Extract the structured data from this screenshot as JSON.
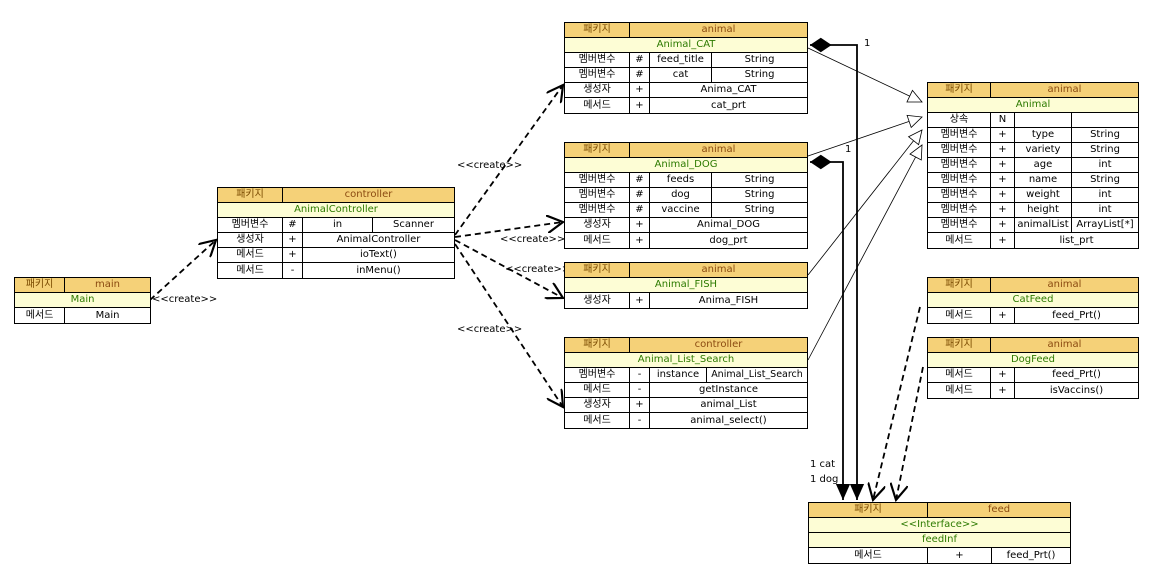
{
  "colors": {
    "header_bg": "#f5d178",
    "name_bg": "#fdfdd5",
    "name_text": "#2d7a00"
  },
  "labels": {
    "create": "<<create>>",
    "create_main": "<<create>>",
    "create_dog": "<<create>>",
    "create_fish": "<<create>>",
    "create_list": "<<create>>",
    "mult_cat": "1",
    "mult_dog": "1",
    "feed_cat": "1 cat",
    "feed_dog": "1 dog"
  },
  "classes": {
    "main": {
      "pkg_label": "패키지",
      "pkg": "main",
      "name": "Main",
      "rows": [
        [
          "메서드",
          "Main"
        ]
      ]
    },
    "controller": {
      "pkg_label": "패키지",
      "pkg": "controller",
      "name": "AnimalController",
      "rows": [
        [
          "멤버변수",
          "#",
          "in",
          "Scanner"
        ],
        [
          "생성자",
          "+",
          "AnimalController"
        ],
        [
          "메서드",
          "+",
          "ioText()"
        ],
        [
          "메서드",
          "-",
          "inMenu()"
        ]
      ]
    },
    "cat": {
      "pkg_label": "패키지",
      "pkg": "animal",
      "name": "Animal_CAT",
      "rows": [
        [
          "멤버변수",
          "#",
          "feed_title",
          "String"
        ],
        [
          "멤버변수",
          "#",
          "cat",
          "String"
        ],
        [
          "생성자",
          "+",
          "Anima_CAT"
        ],
        [
          "메서드",
          "+",
          "cat_prt"
        ]
      ]
    },
    "dog": {
      "pkg_label": "패키지",
      "pkg": "animal",
      "name": "Animal_DOG",
      "rows": [
        [
          "멤버변수",
          "#",
          "feeds",
          "String"
        ],
        [
          "멤버변수",
          "#",
          "dog",
          "String"
        ],
        [
          "멤버변수",
          "#",
          "vaccine",
          "String"
        ],
        [
          "생성자",
          "+",
          "Animal_DOG"
        ],
        [
          "메서드",
          "+",
          "dog_prt"
        ]
      ]
    },
    "fish": {
      "pkg_label": "패키지",
      "pkg": "animal",
      "name": "Animal_FISH",
      "rows": [
        [
          "생성자",
          "+",
          "Anima_FISH"
        ]
      ]
    },
    "search": {
      "pkg_label": "패키지",
      "pkg": "controller",
      "name": "Animal_List_Search",
      "rows": [
        [
          "멤버변수",
          "-",
          "instance",
          "Animal_List_Search"
        ],
        [
          "메서드",
          "-",
          "getInstance"
        ],
        [
          "생성자",
          "+",
          "animal_List"
        ],
        [
          "메서드",
          "-",
          "animal_select()"
        ]
      ]
    },
    "animal": {
      "pkg_label": "패키지",
      "pkg": "animal",
      "name": "Animal",
      "rows": [
        [
          "상속",
          "N",
          "",
          ""
        ],
        [
          "멤버변수",
          "+",
          "type",
          "String"
        ],
        [
          "멤버변수",
          "+",
          "variety",
          "String"
        ],
        [
          "멤버변수",
          "+",
          "age",
          "int"
        ],
        [
          "멤버변수",
          "+",
          "name",
          "String"
        ],
        [
          "멤버변수",
          "+",
          "weight",
          "int"
        ],
        [
          "멤버변수",
          "+",
          "height",
          "int"
        ],
        [
          "멤버변수",
          "+",
          "animalList",
          "ArrayList[*]"
        ],
        [
          "메서드",
          "+",
          "list_prt"
        ]
      ]
    },
    "catfeed": {
      "pkg_label": "패키지",
      "pkg": "animal",
      "name": "CatFeed",
      "rows": [
        [
          "메서드",
          "+",
          "feed_Prt()"
        ]
      ]
    },
    "dogfeed": {
      "pkg_label": "패키지",
      "pkg": "animal",
      "name": "DogFeed",
      "rows": [
        [
          "메서드",
          "+",
          "feed_Prt()"
        ],
        [
          "메서드",
          "+",
          "isVaccins()"
        ]
      ]
    },
    "feed": {
      "pkg_label": "패키지",
      "pkg": "feed",
      "stereotype": "<<Interface>>",
      "name": "feedInf",
      "rows": [
        [
          "메서드",
          "+",
          "feed_Prt()"
        ]
      ]
    }
  }
}
